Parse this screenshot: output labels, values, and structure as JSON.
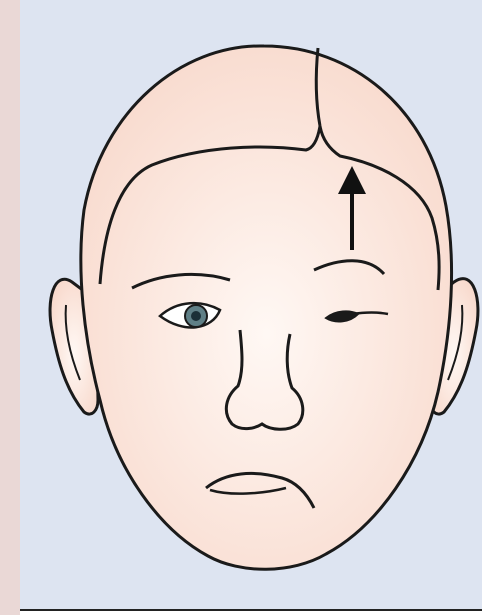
{
  "figure": {
    "subject": "face-illustration",
    "colors": {
      "left_margin": "#ead8d6",
      "panel_background": "#dde4f1",
      "panel_bottom_rule": "#222222",
      "skin_light": "#fff8f4",
      "skin_shade": "#f8d9cc",
      "outline": "#1a1a1a",
      "iris": "#5f7f86",
      "pupil": "#1b2f37",
      "closed_eye": "#1a1a1a",
      "arrow": "#111111"
    },
    "arrow_direction": "up",
    "left_eye_state": "open",
    "right_eye_state": "closed",
    "mouth_state": "drooping"
  }
}
